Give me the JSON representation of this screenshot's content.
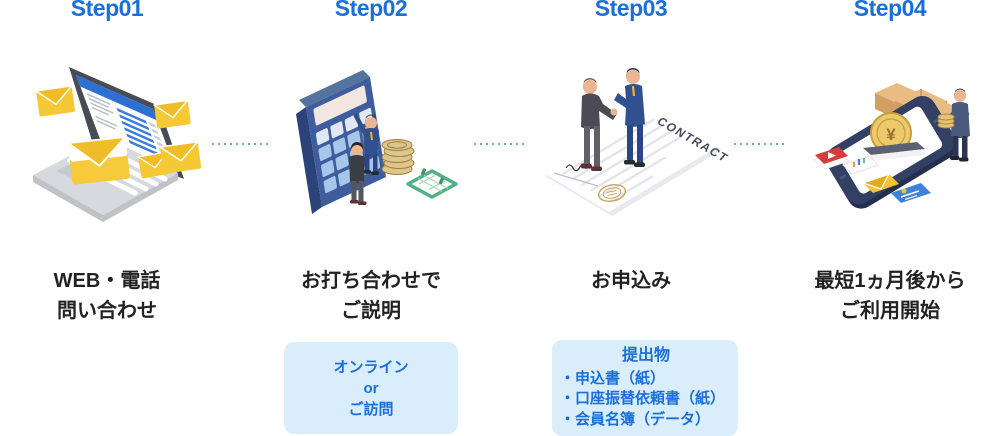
{
  "palette": {
    "accent_blue": "#1b6fd8",
    "label_dark": "#222222",
    "note_box_bg": "#d9edfb",
    "connector_blue": "#6ea7e0",
    "envelope_yellow": "#f5c835",
    "calculator_navy": "#3f5c9c",
    "coin_gold": "#e9c765",
    "circle_bg": "#ffffff"
  },
  "steps": [
    {
      "title": "Step01",
      "label_lines": [
        "WEB・電話",
        "問い合わせ"
      ],
      "illustration": "laptop-email-illustration"
    },
    {
      "title": "Step02",
      "label_lines": [
        "お打ち合わせで",
        "ご説明"
      ],
      "illustration": "calculator-meeting-illustration",
      "note": {
        "lines": [
          "オンライン",
          "or",
          "ご訪問"
        ]
      }
    },
    {
      "title": "Step03",
      "label_lines": [
        "お申込み"
      ],
      "illustration": "contract-handshake-illustration",
      "illustration_text": "CONTRACT",
      "note": {
        "title": "提出物",
        "items": [
          "・申込書（紙）",
          "・口座振替依頼書（紙）",
          "・会員名簿（データ）"
        ]
      }
    },
    {
      "title": "Step04",
      "label_lines": [
        "最短1ヵ月後から",
        "ご利用開始"
      ],
      "illustration": "smartphone-payment-illustration",
      "coin_symbol": "¥"
    }
  ]
}
